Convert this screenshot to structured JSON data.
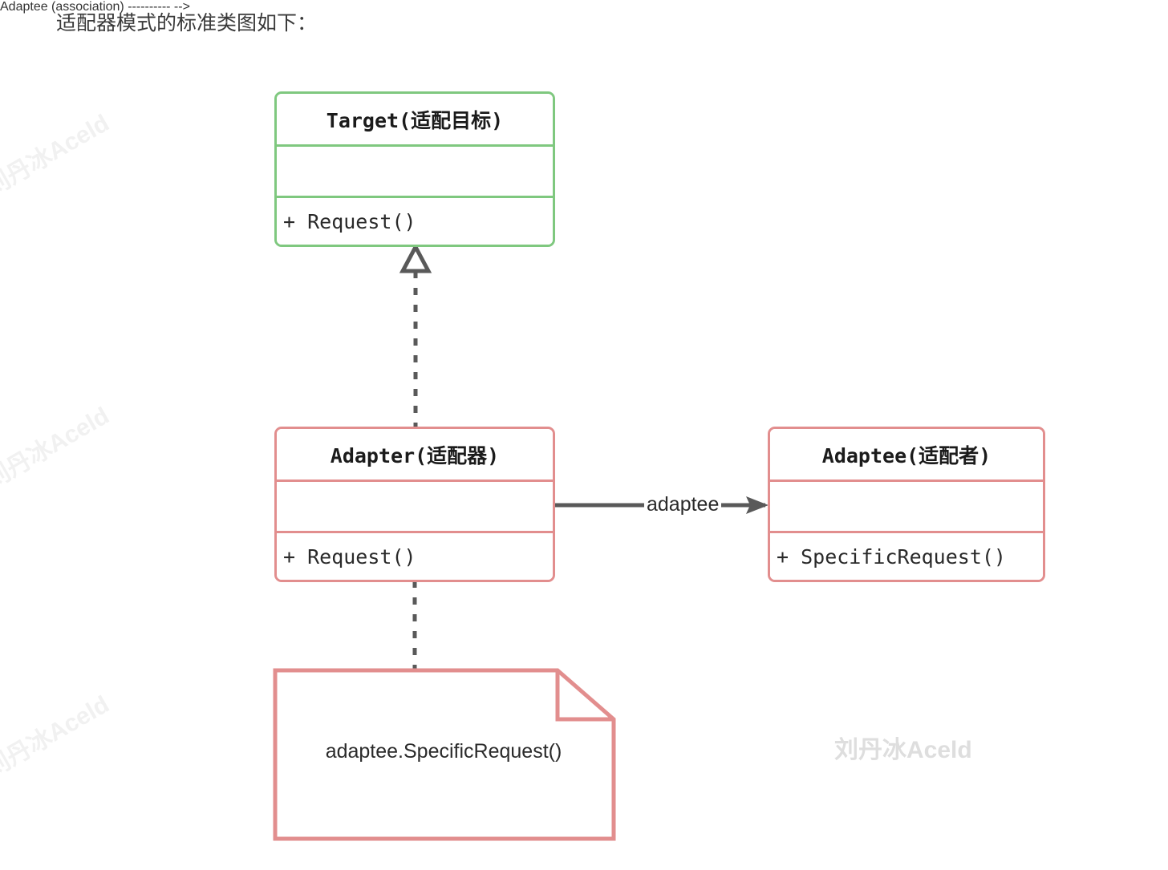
{
  "caption": "适配器模式的标准类图如下：",
  "colors": {
    "target_border": "#7fc87f",
    "adapter_border": "#e28e8e",
    "adaptee_border": "#e28e8e",
    "note_border": "#e28e8e",
    "connector": "#595959",
    "text": "#2b2b2b",
    "watermark": "#dedede",
    "background": "#ffffff"
  },
  "classes": {
    "target": {
      "name": "Target(适配目标)",
      "attributes": "",
      "operations": "+ Request()"
    },
    "adapter": {
      "name": "Adapter(适配器)",
      "attributes": "",
      "operations": "+ Request()"
    },
    "adaptee": {
      "name": "Adaptee(适配者)",
      "attributes": "",
      "operations": "+ SpecificRequest()"
    }
  },
  "note": {
    "text": "adaptee.SpecificRequest()"
  },
  "relations": {
    "realization": {
      "from": "Adapter(适配器)",
      "to": "Target(适配目标)",
      "style": "dashed",
      "arrow": "hollow-triangle",
      "label": ""
    },
    "association": {
      "from": "Adapter(适配器)",
      "to": "Adaptee(适配者)",
      "style": "solid",
      "arrow": "open-arrow",
      "label": "adaptee"
    },
    "note_link": {
      "from": "Adapter(适配器)",
      "to": "adaptee.SpecificRequest()",
      "style": "dashed",
      "arrow": "none",
      "label": ""
    }
  },
  "watermarks": {
    "main": "刘丹冰Aceld",
    "corner": "刘丹冰Aceld"
  }
}
